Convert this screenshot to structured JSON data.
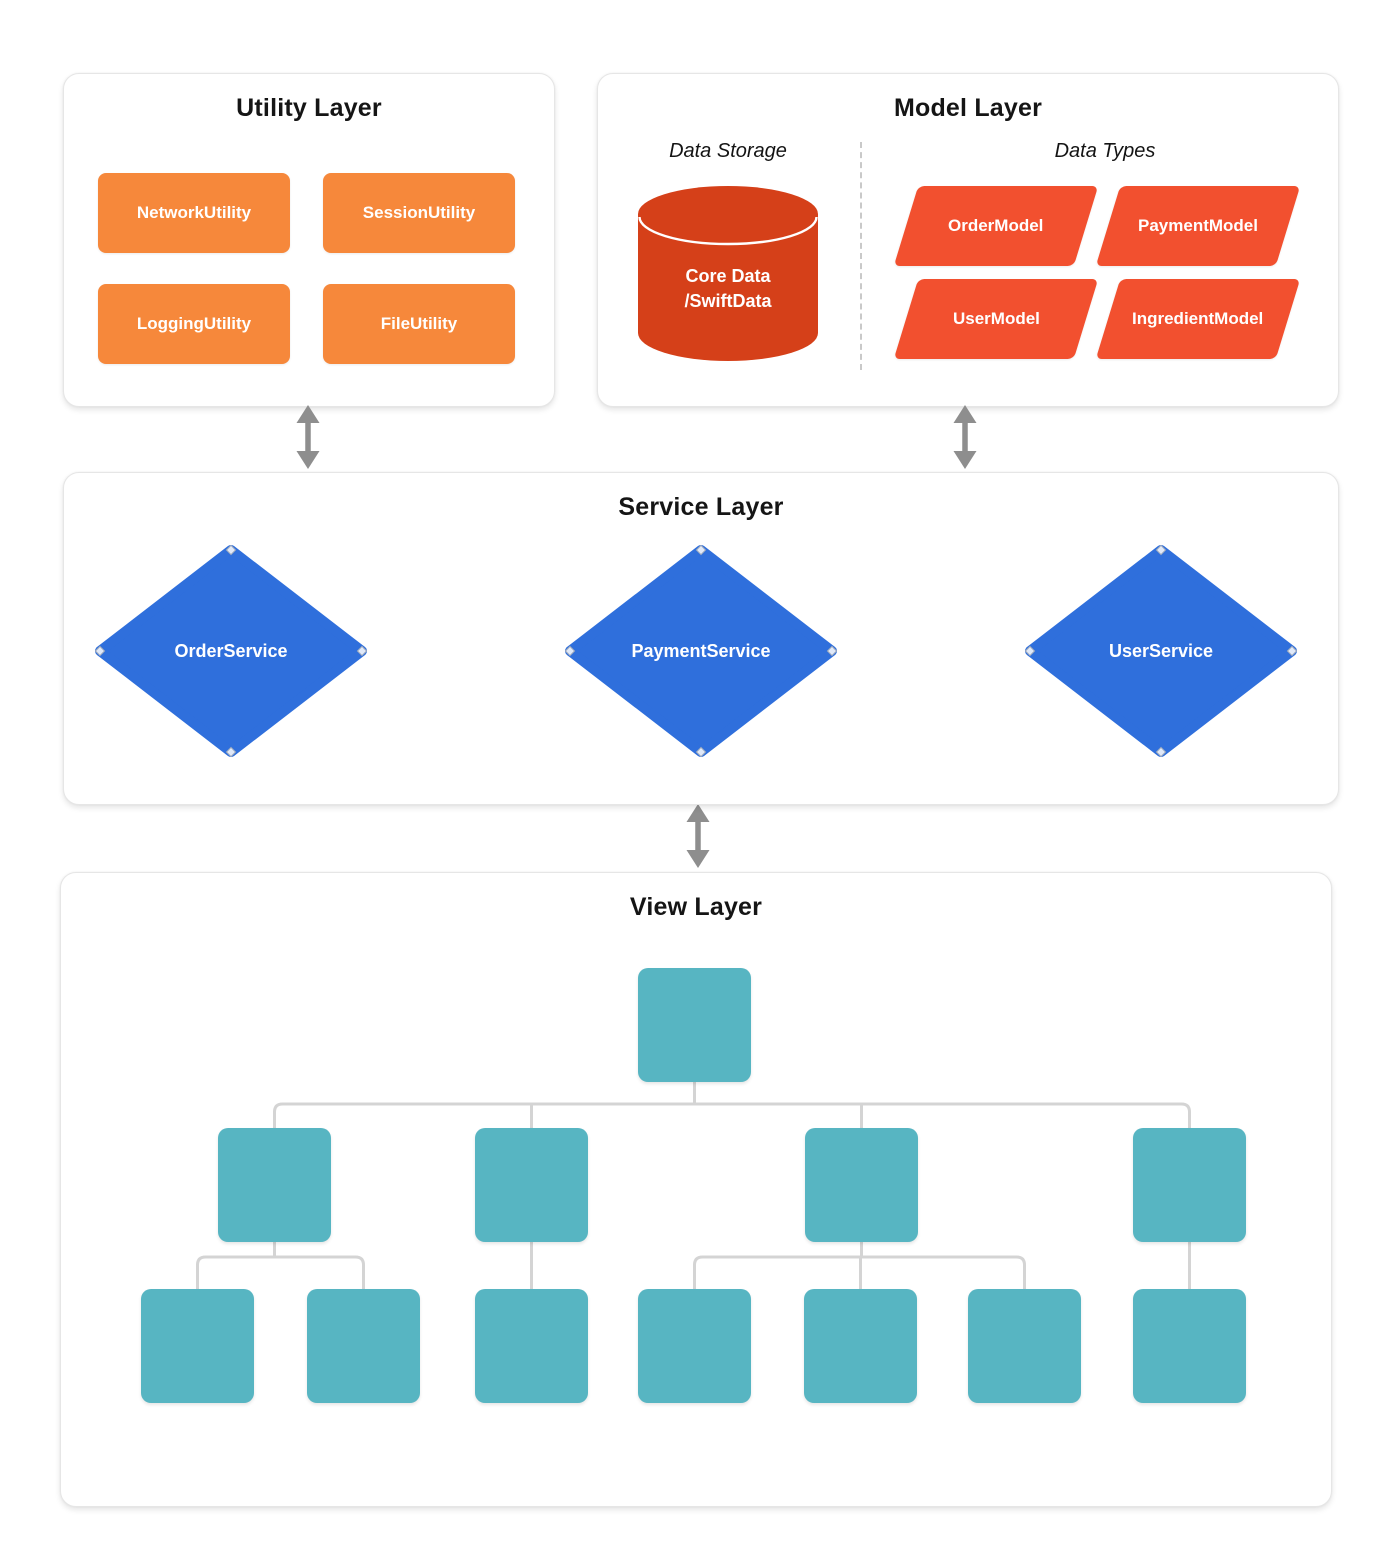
{
  "colors": {
    "orange": "#F6883B",
    "red": "#F2502F",
    "red-dark": "#D54019",
    "blue": "#2F6FDC",
    "teal": "#57B5C2",
    "arrow": "#8E8E8E",
    "connector": "#D4D4D4"
  },
  "utility_layer": {
    "title": "Utility Layer",
    "items": [
      {
        "label": "NetworkUtility"
      },
      {
        "label": "SessionUtility"
      },
      {
        "label": "LoggingUtility"
      },
      {
        "label": "FileUtility"
      }
    ]
  },
  "model_layer": {
    "title": "Model Layer",
    "storage_heading": "Data Storage",
    "storage": {
      "line1": "Core Data",
      "line2": "/SwiftData"
    },
    "types_heading": "Data Types",
    "types": [
      {
        "label": "OrderModel"
      },
      {
        "label": "PaymentModel"
      },
      {
        "label": "UserModel"
      },
      {
        "label": "IngredientModel"
      }
    ]
  },
  "service_layer": {
    "title": "Service Layer",
    "services": [
      {
        "label": "OrderService"
      },
      {
        "label": "PaymentService"
      },
      {
        "label": "UserService"
      }
    ]
  },
  "view_layer": {
    "title": "View Layer",
    "nodes": {
      "root_count": 1,
      "level2_count": 4,
      "level3_count": 7
    }
  }
}
